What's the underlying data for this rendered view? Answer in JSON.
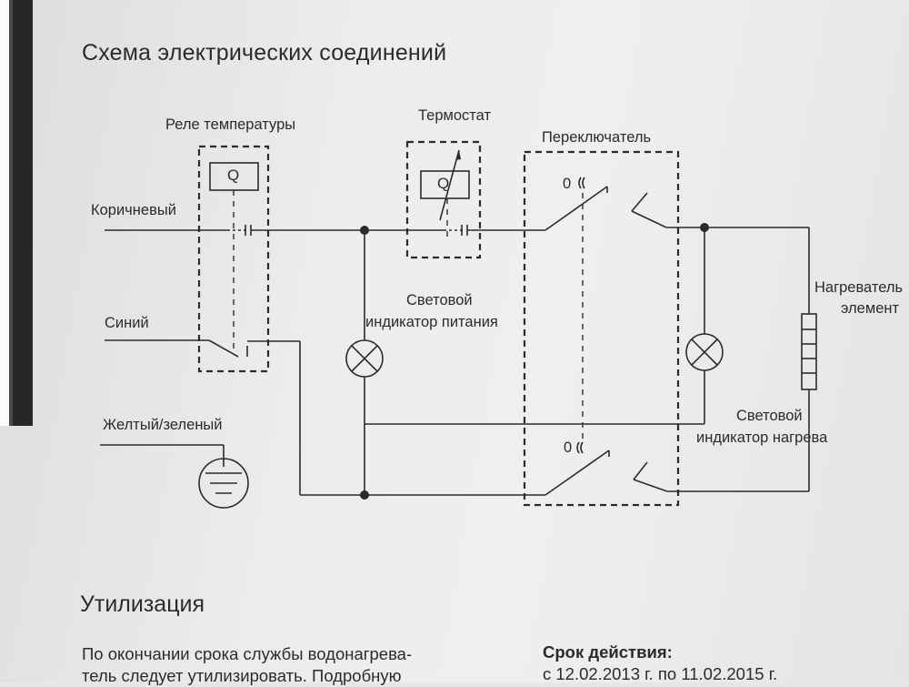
{
  "document": {
    "title": "Схема электрических соединений",
    "section_heading": "Утилизация",
    "paragraph_lines": [
      "По окончании срока службы водонагрева-",
      "тель следует утилизировать. Подробную"
    ],
    "validity_title": "Срок действия:",
    "validity_text": "с 12.02.2013 г. по 11.02.2015 г."
  },
  "diagram": {
    "labels": {
      "temp_relay": "Реле температуры",
      "thermostat": "Термостат",
      "switch": "Переключатель",
      "brown": "Коричневый",
      "blue": "Синий",
      "yellow_green": "Желтый/зеленый",
      "power_indicator_line1": "Световой",
      "power_indicator_line2": "индикатор питания",
      "heater_line1": "Нагреватель",
      "heater_line2": "элемент",
      "heat_indicator_line1": "Световой",
      "heat_indicator_line2": "индикатор нагрева",
      "relay_coil": "Q",
      "thermostat_coil": "Q",
      "switch_pos_top": "0",
      "switch_pos_bottom": "0"
    }
  }
}
